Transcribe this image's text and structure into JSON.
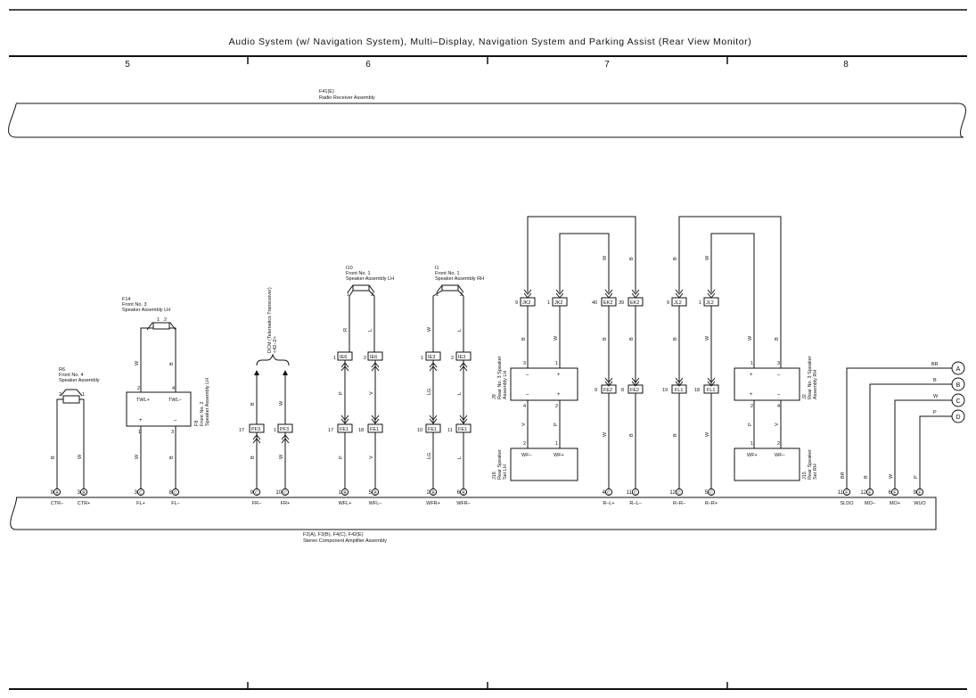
{
  "title": "Audio System (w/ Navigation System),  Multi–Display,  Navigation System and Parking Assist (Rear View Monitor)",
  "columns": [
    "5",
    "6",
    "7",
    "8"
  ],
  "top_assembly": {
    "code": "F41(E)",
    "name": "Radio Receiver Assembly"
  },
  "bottom_assembly": {
    "code": "F2(A), F3(B), F4(C), F42(E)",
    "name": "Stereo Component Amplifier Assembly"
  },
  "components": {
    "r6": {
      "code": "R6",
      "line1": "Front No. 4",
      "line2": "Speaker Assembly",
      "pin_a": "2",
      "pin_b": "1"
    },
    "f14": {
      "code": "F14",
      "line1": "Front No. 3",
      "line2": "Speaker Assembly LH",
      "pin_a": "1",
      "pin_b": "2"
    },
    "f8": {
      "code": "F8",
      "line1": "Front No. 2",
      "line2": "Speaker Assembly LH",
      "top_a": "2",
      "top_b": "4",
      "lbl_a": "TWL+",
      "lbl_b": "TWL–",
      "sign_a": "+",
      "sign_b": "–",
      "bot_a": "1",
      "bot_b": "3"
    },
    "dcm": {
      "line1": "DCM (Telematics Transceiver)",
      "line2": "<42–2>"
    },
    "i10": {
      "code": "I10",
      "line1": "Front No. 1",
      "line2": "Speaker Assembly LH",
      "pin_a": "1",
      "pin_b": "2"
    },
    "i1": {
      "code": "I1",
      "line1": "Front No. 1",
      "line2": "Speaker Assembly RH",
      "pin_a": "1",
      "pin_b": "2"
    },
    "j9": {
      "code": "J9",
      "line1": "Rear No. 3 Speaker",
      "line2": "Assembly LH",
      "top_a": "3",
      "top_b": "1",
      "s1": "–",
      "s2": "+",
      "s3": "–",
      "s4": "+",
      "bot_a": "4",
      "bot_b": "2"
    },
    "j16": {
      "code": "J16",
      "line1": "Rear Speaker",
      "line2": "Set LH",
      "top_a": "2",
      "top_b": "1",
      "lbl_a": "WF–",
      "lbl_b": "WF+"
    },
    "j2": {
      "code": "J2",
      "line1": "Rear No. 3 Speaker",
      "line2": "Assembly RH",
      "top_a": "1",
      "top_b": "3",
      "s1": "+",
      "s2": "–",
      "s3": "+",
      "s4": "–",
      "bot_a": "2",
      "bot_b": "4"
    },
    "j15": {
      "code": "J15",
      "line1": "Rear Speaker",
      "line2": "Set RH",
      "top_a": "1",
      "top_b": "2",
      "lbl_a": "WF+",
      "lbl_b": "WF–"
    }
  },
  "connectors": [
    {
      "pin": "9",
      "code": "JK2"
    },
    {
      "pin": "1",
      "code": "JK2"
    },
    {
      "pin": "40",
      "code": "EK2"
    },
    {
      "pin": "39",
      "code": "EK2"
    },
    {
      "pin": "9",
      "code": "JL2"
    },
    {
      "pin": "1",
      "code": "JL2"
    },
    {
      "pin": "1",
      "code": "IE6"
    },
    {
      "pin": "2",
      "code": "IE6"
    },
    {
      "pin": "1",
      "code": "IE3"
    },
    {
      "pin": "2",
      "code": "IE3"
    },
    {
      "pin": "9",
      "code": "FE2"
    },
    {
      "pin": "8",
      "code": "FE2"
    },
    {
      "pin": "19",
      "code": "FL1"
    },
    {
      "pin": "18",
      "code": "FL1"
    },
    {
      "pin": "17",
      "code": "PF3"
    },
    {
      "pin": "1",
      "code": "PF3"
    },
    {
      "pin": "17",
      "code": "FE1"
    },
    {
      "pin": "18",
      "code": "FE1"
    },
    {
      "pin": "10",
      "code": "FE1"
    },
    {
      "pin": "11",
      "code": "FE1"
    }
  ],
  "wire_colors": [
    "B",
    "W",
    "R",
    "L",
    "P",
    "V",
    "LG",
    "W",
    "B",
    "B",
    "W",
    "W",
    "B",
    "B",
    "W",
    "V",
    "P",
    "W",
    "B",
    "B",
    "W",
    "P",
    "V",
    "W",
    "B"
  ],
  "terminals": [
    {
      "pin": "9",
      "conn": "B",
      "label": "CTR–"
    },
    {
      "pin": "3",
      "conn": "B",
      "label": "CTR+"
    },
    {
      "pin": "3",
      "conn": "C",
      "label": "FL+"
    },
    {
      "pin": "8",
      "conn": "C",
      "label": "FL–"
    },
    {
      "pin": "9",
      "conn": "C",
      "label": "FR–"
    },
    {
      "pin": "10",
      "conn": "C",
      "label": "FR+"
    },
    {
      "pin": "1",
      "conn": "B",
      "label": "WFL+"
    },
    {
      "pin": "5",
      "conn": "B",
      "label": "WFL–"
    },
    {
      "pin": "2",
      "conn": "B",
      "label": "WFR+"
    },
    {
      "pin": "6",
      "conn": "B",
      "label": "WFR–"
    },
    {
      "pin": "4",
      "conn": "C",
      "label": "R–L+"
    },
    {
      "pin": "11",
      "conn": "C",
      "label": "R–L–"
    },
    {
      "pin": "12",
      "conn": "C",
      "label": "R–R–"
    },
    {
      "pin": "5",
      "conn": "C",
      "label": "R–R+"
    },
    {
      "pin": "11",
      "conn": "E",
      "label": "SLDO"
    },
    {
      "pin": "12",
      "conn": "E",
      "label": "MO–"
    },
    {
      "pin": "6",
      "conn": "E",
      "label": "MO+"
    },
    {
      "pin": "9",
      "conn": "E",
      "label": "WUO"
    }
  ],
  "right_links": [
    {
      "color": "BR",
      "ref": "A"
    },
    {
      "color": "B",
      "ref": "B"
    },
    {
      "color": "W",
      "ref": "C"
    },
    {
      "color": "P",
      "ref": "D"
    }
  ],
  "vertical_colors": {
    "sldo": "BR",
    "mo_minus": "B",
    "mo_plus": "W",
    "wuo": "P"
  }
}
